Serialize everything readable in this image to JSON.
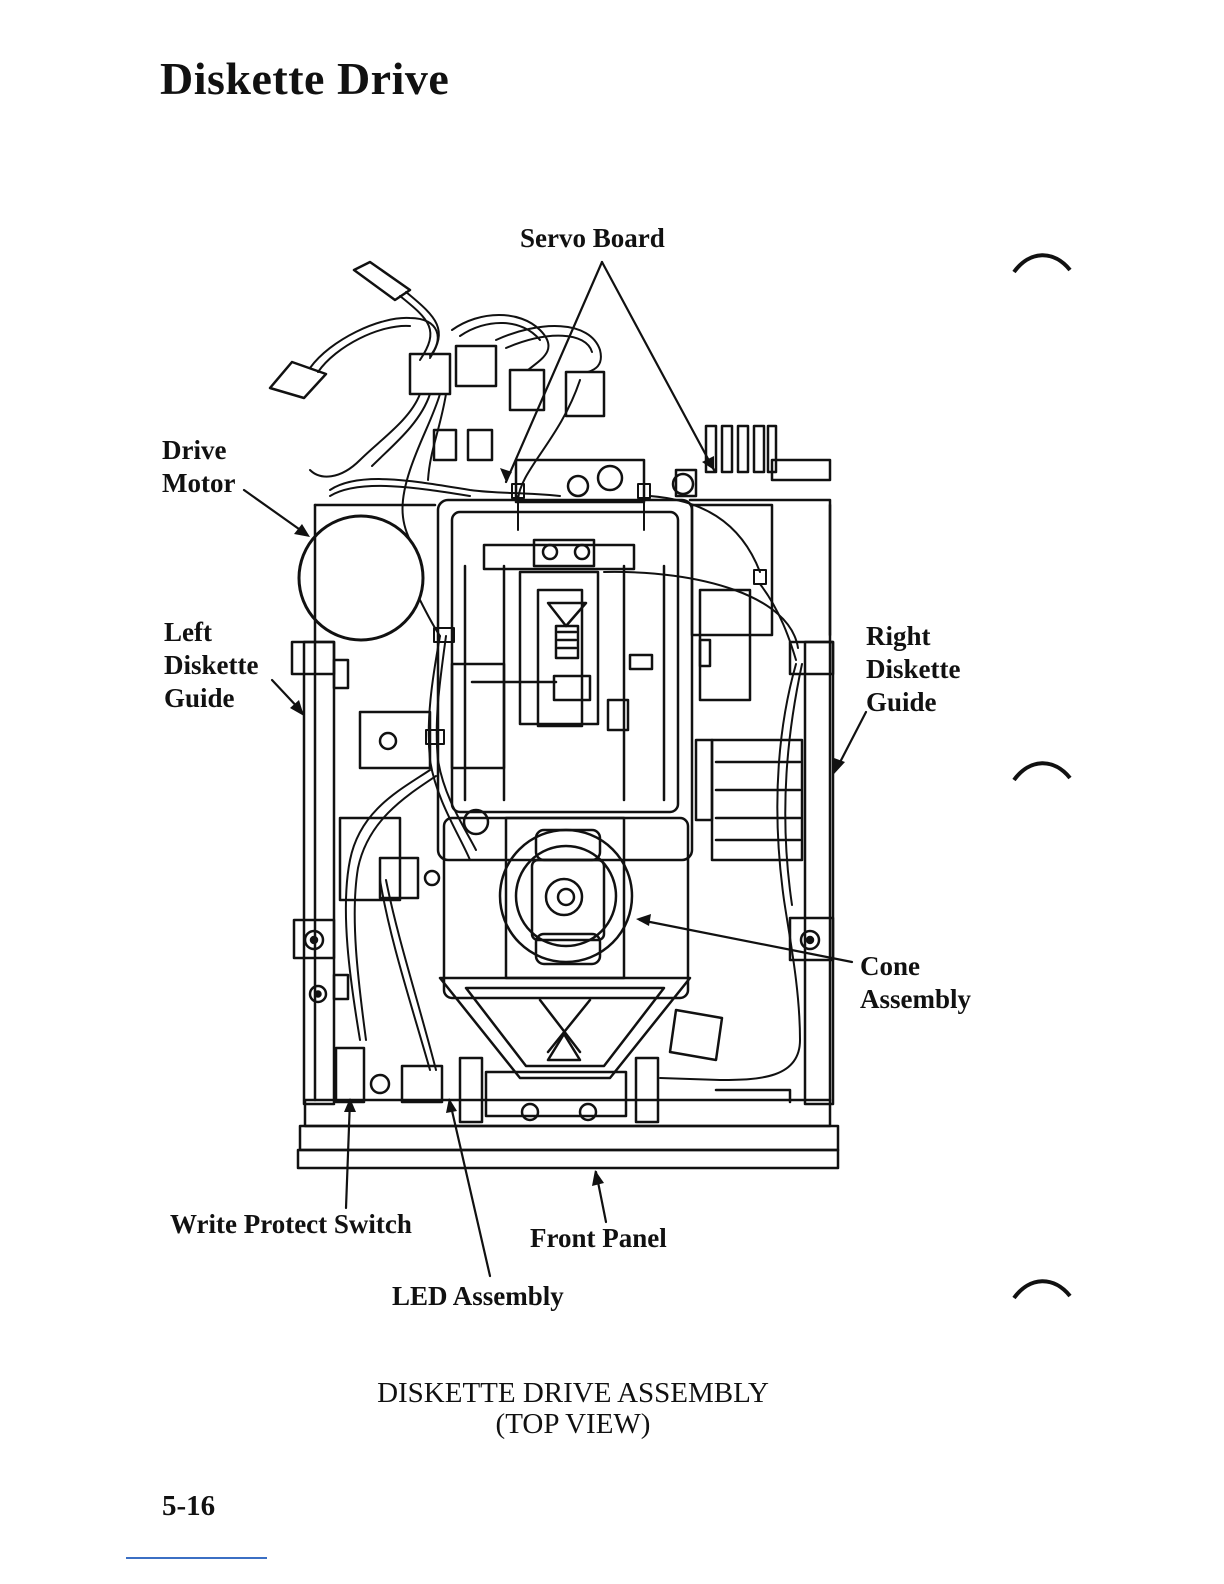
{
  "page": {
    "title": "Diskette Drive",
    "page_number": "5-16"
  },
  "figure": {
    "labels": {
      "servo_board": "Servo Board",
      "drive_motor": [
        "Drive",
        "Motor"
      ],
      "left_guide": [
        "Left",
        "Diskette",
        "Guide"
      ],
      "right_guide": [
        "Right",
        "Diskette",
        "Guide"
      ],
      "cone_assembly": [
        "Cone",
        "Assembly"
      ],
      "write_protect": "Write Protect Switch",
      "front_panel": "Front Panel",
      "led_assembly": "LED Assembly"
    },
    "caption": [
      "DISKETTE DRIVE ASSEMBLY",
      "(TOP VIEW)"
    ]
  }
}
